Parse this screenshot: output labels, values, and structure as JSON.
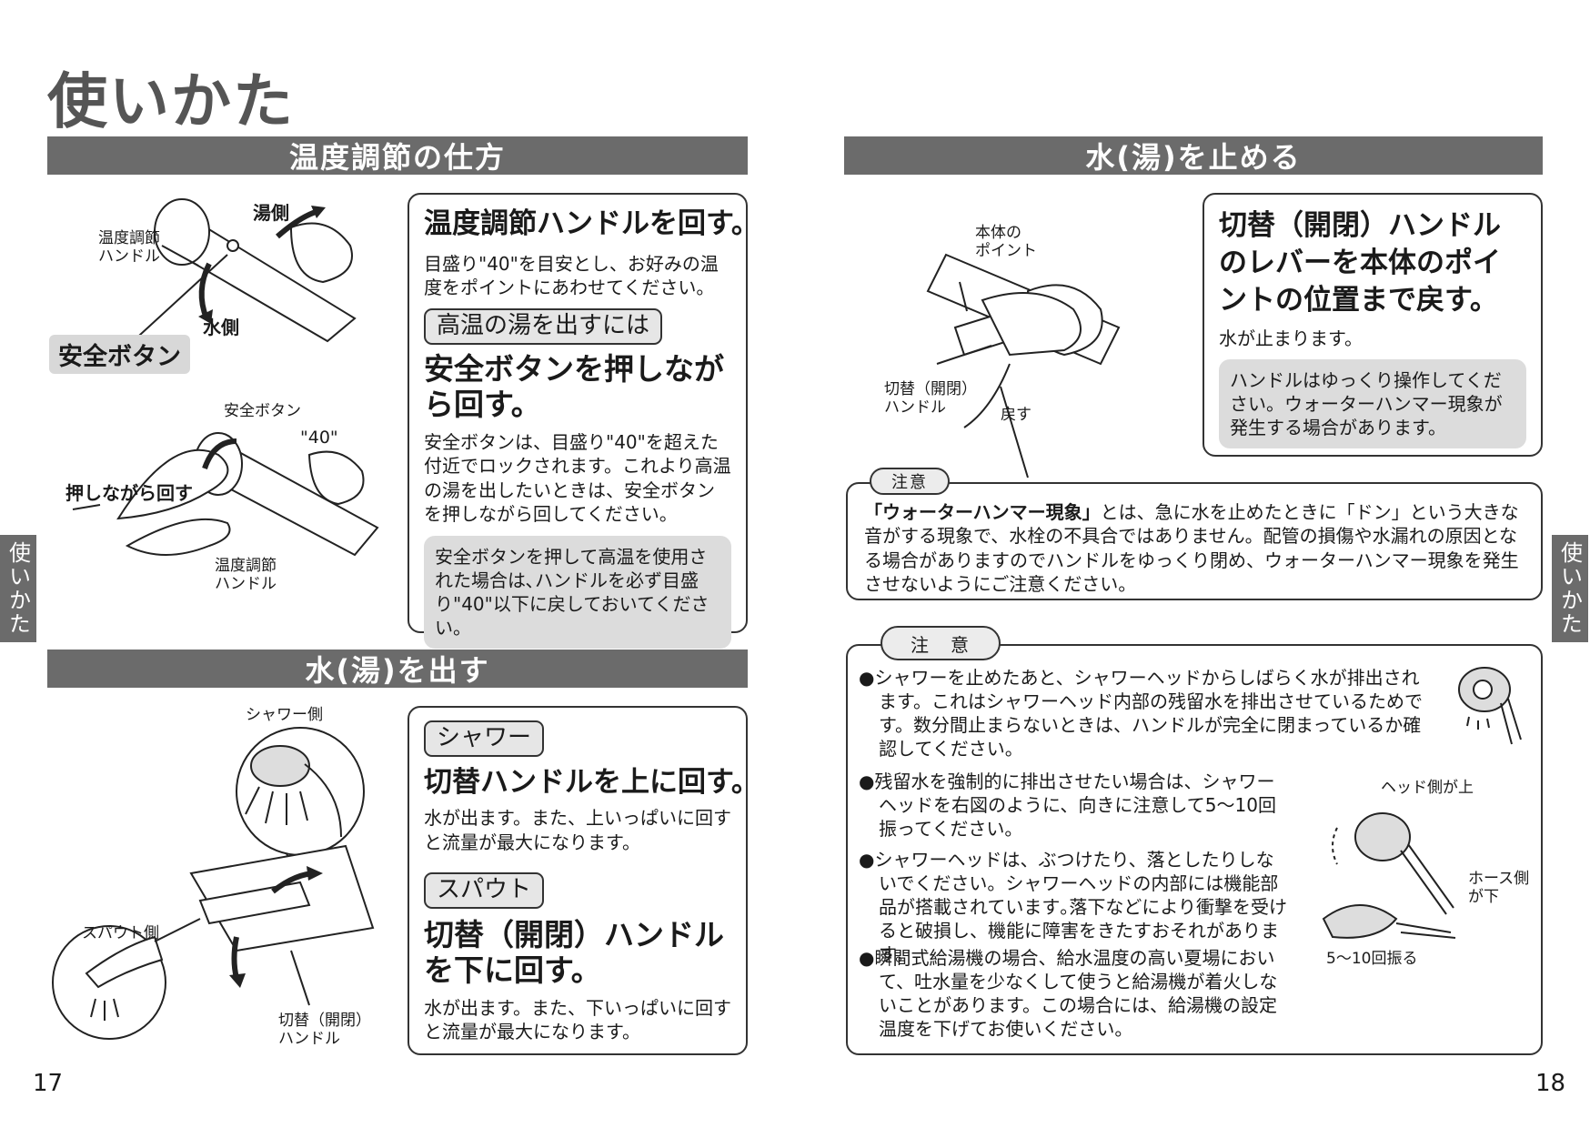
{
  "page_title": "使いかた",
  "side_tab": "使いかた",
  "page_numbers": {
    "left": "17",
    "right": "18"
  },
  "temp": {
    "heading": "温度調節の仕方",
    "labels": {
      "hot_side": "湯側",
      "temp_handle": "温度調節\nハンドル",
      "cold_side": "水側",
      "safety_button": "安全ボタン",
      "safety_button_small": "安全ボタン",
      "mark_40": "\"40\"",
      "push_turn": "押しながら回す",
      "temp_handle2": "温度調節\nハンドル"
    },
    "box": {
      "title": "温度調節ハンドルを回す。",
      "text": "目盛り\"40\"を目安とし、お好みの温度をポイントにあわせてください。",
      "tag": "高温の湯を出すには",
      "title2": "安全ボタンを押しながら回す。",
      "text2": "安全ボタンは、目盛り\"40\"を超えた付近でロックされます。これより高温の湯を出したいときは、安全ボタンを押しながら回してください。",
      "note": "安全ボタンを押して高温を使用された場合は､ハンドルを必ず目盛り\"40\"以下に戻しておいてください。"
    }
  },
  "dispense": {
    "heading": "水(湯)を出す",
    "labels": {
      "shower_side": "シャワー側",
      "spout_side": "スパウト側",
      "switch_handle": "切替（開閉）\nハンドル"
    },
    "box": {
      "tag1": "シャワー",
      "title1": "切替ハンドルを上に回す。",
      "text1": "水が出ます。また、上いっぱいに回すと流量が最大になります。",
      "tag2": "スパウト",
      "title2": "切替（開閉）ハンドルを下に回す。",
      "text2": "水が出ます。また、下いっぱいに回すと流量が最大になります。"
    }
  },
  "stop": {
    "heading": "水(湯)を止める",
    "labels": {
      "body_point": "本体の\nポイント",
      "switch_handle": "切替（開閉）\nハンドル",
      "return": "戻す"
    },
    "box": {
      "title": "切替（開閉）ハンドルのレバーを本体のポイントの位置まで戻す。",
      "text": "水が止まります。",
      "note": "ハンドルはゆっくり操作してください。ウォーターハンマー現象が発生する場合があります。"
    }
  },
  "caution1": {
    "label": "注意",
    "text_bold": "「ウォーターハンマー現象」",
    "text": "とは、急に水を止めたときに「ドン」という大きな音がする現象で、水栓の不具合ではありません。配管の損傷や水漏れの原因となる場合がありますのでハンドルをゆっくり閉め、ウォーターハンマー現象を発生させないようにご注意ください。"
  },
  "caution2": {
    "label": "注　意",
    "items": [
      "●シャワーを止めたあと、シャワーヘッドからしばらく水が排出されます。これはシャワーヘッド内部の残留水を排出させているためです。数分間止まらないときは、ハンドルが完全に閉まっているか確認してください。",
      "●残留水を強制的に排出させたい場合は、シャワーヘッドを右図のように、向きに注意して5〜10回振ってください。",
      "●シャワーヘッドは、ぶつけたり、落としたりしないでください。シャワーヘッドの内部には機能部品が搭載されています｡落下などにより衝撃を受けると破損し、機能に障害をきたすおそれがあります。",
      "●瞬間式給湯機の場合、給水温度の高い夏場において、吐水量を少なくして使うと給湯機が着火しないことがあります。この場合には、給湯機の設定温度を下げてお使いください。"
    ],
    "labels": {
      "head_up": "ヘッド側が上",
      "hose_down": "ホース側\nが下",
      "shake": "5〜10回振る"
    }
  }
}
